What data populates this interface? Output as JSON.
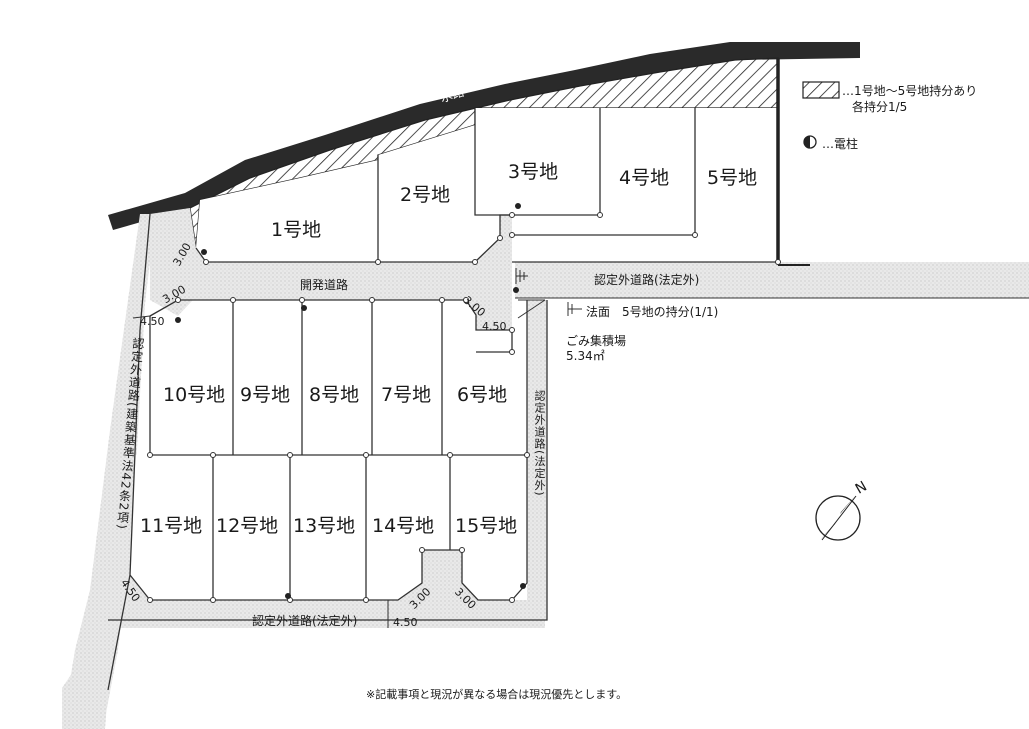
{
  "lots": {
    "l1": "1号地",
    "l2": "2号地",
    "l3": "3号地",
    "l4": "4号地",
    "l5": "5号地",
    "l6": "6号地",
    "l7": "7号地",
    "l8": "8号地",
    "l9": "9号地",
    "l10": "10号地",
    "l11": "11号地",
    "l12": "12号地",
    "l13": "13号地",
    "l14": "14号地",
    "l15": "15号地"
  },
  "roads": {
    "waterway": "水路",
    "dev_road": "開発道路",
    "road_right": "認定外道路(法定外)",
    "road_bottom": "認定外道路(法定外)",
    "road_east_vertical": "認定外道路(法定外)",
    "road_west_vertical": "認定外道路(建築基準法42条2項)"
  },
  "dimensions": {
    "d1": "3.00",
    "d2": "3.00",
    "d3": "4.50",
    "d4": "3.00",
    "d5": "4.50",
    "d6": "4.50",
    "d7": "3.00",
    "d8": "3.00",
    "d9": "4.50"
  },
  "annotations": {
    "slope": "法面　5号地の持分(1/1)",
    "garbage": "ごみ集積場",
    "garbage_area": "5.34㎡"
  },
  "legend": {
    "hatch_line1": "…1号地～5号地持分あり",
    "hatch_line2": "各持分1/5",
    "pole": "…電柱"
  },
  "north": "N",
  "footnote": "※記載事項と現況が異なる場合は現況優先とします。"
}
